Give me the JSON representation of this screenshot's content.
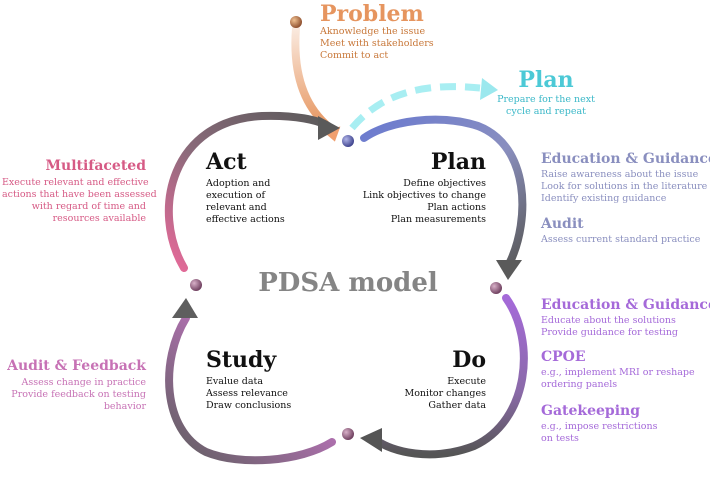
{
  "colors": {
    "problem": "#e6955f",
    "plan_top": "#4cc9d6",
    "education_top": "#8a8fbf",
    "education_bottom": "#a56ad9",
    "multifaceted": "#d65a85",
    "audit_feedback": "#c772b5",
    "dark": "#111111",
    "center": "#858585"
  },
  "center_title": "PDSA model",
  "top_problem": {
    "title": "Problem",
    "lines": [
      "Aknowledge the issue",
      "Meet with stakeholders",
      "Commit to act"
    ]
  },
  "top_plan": {
    "title": "Plan",
    "lines": [
      "Prepare for the next",
      "cycle and repeat"
    ]
  },
  "quadrants": {
    "act": {
      "title": "Act",
      "lines": [
        "Adoption and",
        "execution of",
        "relevant and",
        "effective actions"
      ]
    },
    "plan": {
      "title": "Plan",
      "lines": [
        "Define objectives",
        "Link objectives to change",
        "Plan actions",
        "Plan measurements"
      ]
    },
    "study": {
      "title": "Study",
      "lines": [
        "Evalue data",
        "Assess relevance",
        "Draw conclusions"
      ]
    },
    "do": {
      "title": "Do",
      "lines": [
        "Execute",
        "Monitor changes",
        "Gather data"
      ]
    }
  },
  "left": {
    "multifaceted": {
      "title": "Multifaceted",
      "lines": [
        "Execute relevant and effective",
        "actions that have been assessed",
        "with regard of time and",
        "resources available"
      ]
    },
    "audit_feedback": {
      "title": "Audit & Feedback",
      "lines": [
        "Assess change in practice",
        "Provide feedback on testing",
        "behavior"
      ]
    }
  },
  "right": {
    "education_top": {
      "title": "Education & Guidance",
      "lines": [
        "Raise awareness about the issue",
        "Look for solutions in the literature",
        "Identify existing guidance"
      ]
    },
    "audit": {
      "title": "Audit",
      "lines": [
        "Assess current standard practice"
      ]
    },
    "education_bottom": {
      "title": "Education & Guidance",
      "lines": [
        "Educate about the solutions",
        "Provide guidance for testing"
      ]
    },
    "cpoe": {
      "title": "CPOE",
      "lines": [
        "e.g., implement MRI or reshape",
        "ordering panels"
      ]
    },
    "gatekeeping": {
      "title": "Gatekeeping",
      "lines": [
        "e.g., impose restrictions",
        "on tests"
      ]
    }
  }
}
